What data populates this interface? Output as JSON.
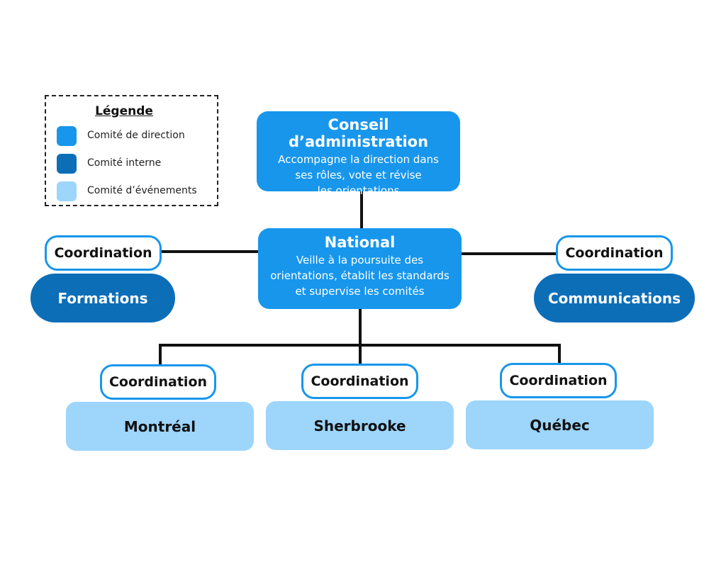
{
  "colors": {
    "direction": "#1796ec",
    "internal": "#0d6eb8",
    "event": "#9dd5fb"
  },
  "legend": {
    "title": "Légende",
    "items": [
      {
        "label": "Comité de direction",
        "color": "#1796ec"
      },
      {
        "label": "Comité interne",
        "color": "#0d6eb8"
      },
      {
        "label": "Comité d’événements",
        "color": "#9dd5fb"
      }
    ]
  },
  "conseil": {
    "title": "Conseil d’administration",
    "description": "Accompagne la direction dans\nses rôles, vote et révise\nles orientations"
  },
  "national": {
    "title": "National",
    "description": "Veille à la poursuite des\norientations, établit les standards\net supervise les comités"
  },
  "coordination_label": "Coordination",
  "committees": {
    "formations": "Formations",
    "communications": "Communications",
    "montreal": "Montréal",
    "sherbrooke": "Sherbrooke",
    "quebec": "Québec"
  }
}
